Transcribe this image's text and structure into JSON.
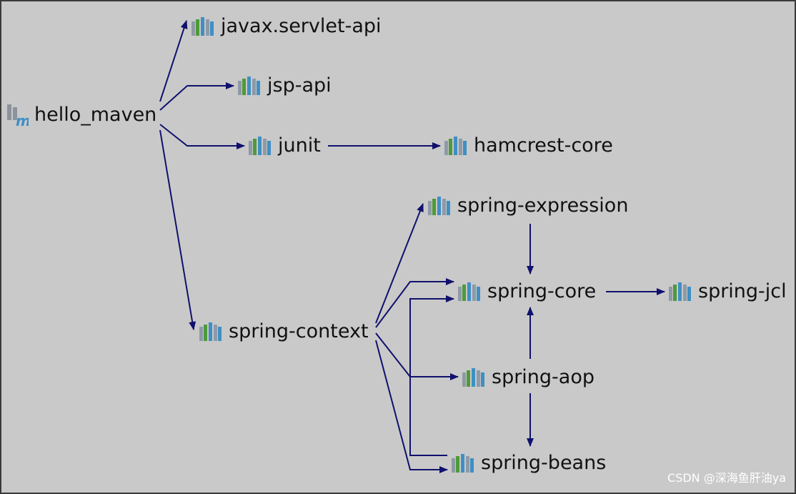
{
  "diagram": {
    "root": {
      "id": "hello_maven",
      "label": "hello_maven",
      "icon": "maven-module-icon"
    },
    "nodes": [
      {
        "id": "javax-servlet-api",
        "label": "javax.servlet-api",
        "icon": "library-icon"
      },
      {
        "id": "jsp-api",
        "label": "jsp-api",
        "icon": "library-icon"
      },
      {
        "id": "junit",
        "label": "junit",
        "icon": "library-icon"
      },
      {
        "id": "hamcrest-core",
        "label": "hamcrest-core",
        "icon": "library-icon"
      },
      {
        "id": "spring-expression",
        "label": "spring-expression",
        "icon": "library-icon"
      },
      {
        "id": "spring-core",
        "label": "spring-core",
        "icon": "library-icon"
      },
      {
        "id": "spring-jcl",
        "label": "spring-jcl",
        "icon": "library-icon"
      },
      {
        "id": "spring-context",
        "label": "spring-context",
        "icon": "library-icon"
      },
      {
        "id": "spring-aop",
        "label": "spring-aop",
        "icon": "library-icon"
      },
      {
        "id": "spring-beans",
        "label": "spring-beans",
        "icon": "library-icon"
      }
    ],
    "edges": [
      {
        "from": "hello_maven",
        "to": "javax-servlet-api"
      },
      {
        "from": "hello_maven",
        "to": "jsp-api"
      },
      {
        "from": "hello_maven",
        "to": "junit"
      },
      {
        "from": "hello_maven",
        "to": "spring-context"
      },
      {
        "from": "junit",
        "to": "hamcrest-core"
      },
      {
        "from": "spring-context",
        "to": "spring-expression"
      },
      {
        "from": "spring-context",
        "to": "spring-core"
      },
      {
        "from": "spring-context",
        "to": "spring-aop"
      },
      {
        "from": "spring-context",
        "to": "spring-beans"
      },
      {
        "from": "spring-expression",
        "to": "spring-core"
      },
      {
        "from": "spring-core",
        "to": "spring-jcl"
      },
      {
        "from": "spring-aop",
        "to": "spring-core"
      },
      {
        "from": "spring-aop",
        "to": "spring-beans"
      },
      {
        "from": "spring-beans",
        "to": "spring-core"
      }
    ]
  },
  "colors": {
    "background": "#c9c9c9",
    "edge": "#10106e",
    "text": "#111111",
    "lib_bar_gray": "#8e9aa6",
    "lib_bar_green": "#4e9a3a",
    "lib_bar_blue": "#3f8fc4",
    "module_icon_gray": "#8a939c",
    "module_icon_blue": "#3f8fc4"
  },
  "watermark": "CSDN @深海鱼肝油ya"
}
